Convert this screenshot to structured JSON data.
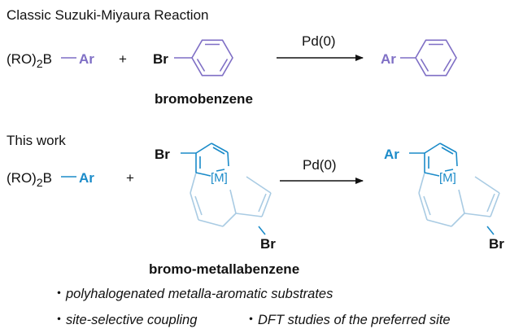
{
  "classic": {
    "title": "Classic Suzuki-Miyaura Reaction",
    "boronate_prefix": "(RO)",
    "boronate_sub": "2",
    "boronate_b": "B",
    "ar": "Ar",
    "plus": "+",
    "br": "Br",
    "catalyst": "Pd(0)",
    "substrate_name": "bromobenzene",
    "product_ar": "Ar"
  },
  "this_work": {
    "title": "This work",
    "boronate_prefix": "(RO)",
    "boronate_sub": "2",
    "boronate_b": "B",
    "ar": "Ar",
    "plus": "+",
    "br_top": "Br",
    "br_bottom": "Br",
    "metal": "[M]",
    "catalyst": "Pd(0)",
    "substrate_name": "bromo-metallabenzene",
    "product_ar": "Ar",
    "product_metal": "[M]",
    "product_br": "Br"
  },
  "bullets": {
    "b1": "polyhalogenated metalla-aromatic substrates",
    "b2": "site-selective coupling",
    "b3": "DFT studies of the preferred site",
    "marker": "・"
  },
  "colors": {
    "purple": "#7F6FC5",
    "blue": "#1B8BC9",
    "light_blue": "#A9CBE3",
    "black": "#111111"
  }
}
